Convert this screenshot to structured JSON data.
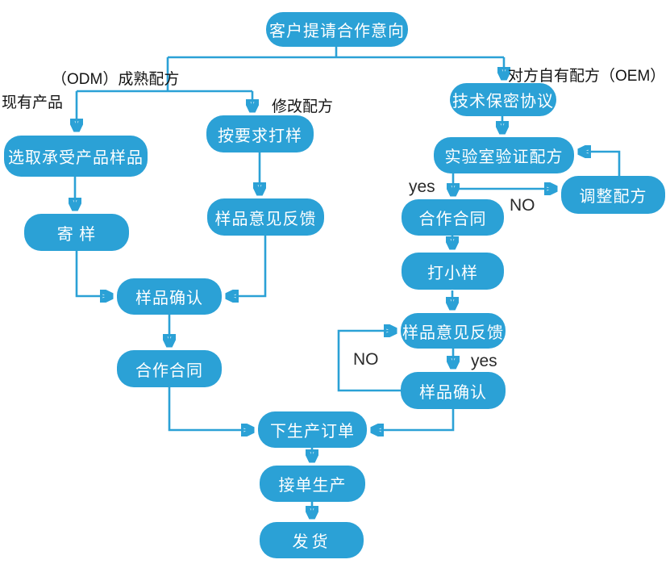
{
  "colors": {
    "node_fill": "#2ba1d6",
    "node_text": "#ffffff",
    "line": "#2ba1d6",
    "label_text": "#141414",
    "background": "#ffffff"
  },
  "nodes": {
    "start": {
      "label": "客户提请合作意向"
    },
    "select_sample": {
      "label": "选取承受产品样品"
    },
    "send_sample": {
      "label": "寄 样"
    },
    "sample_by_request": {
      "label": "按要求打样"
    },
    "feedback_mid": {
      "label": "样品意见反馈"
    },
    "confirm_left": {
      "label": "样品确认"
    },
    "contract_left": {
      "label": "合作合同"
    },
    "nda": {
      "label": "技术保密协议"
    },
    "lab_verify": {
      "label": "实验室验证配方"
    },
    "adjust": {
      "label": "调整配方"
    },
    "contract_right": {
      "label": "合作合同"
    },
    "small_sample": {
      "label": "打小样"
    },
    "feedback_right": {
      "label": "样品意见反馈"
    },
    "confirm_right": {
      "label": "样品确认"
    },
    "place_order": {
      "label": "下生产订单"
    },
    "produce": {
      "label": "接单生产"
    },
    "ship": {
      "label": "发货"
    }
  },
  "edge_labels": {
    "odm": "（ODM）成熟配方",
    "existing_product": "现有产品",
    "modify_formula": "修改配方",
    "oem": "对方自有配方（OEM）",
    "yes_lab": "yes",
    "no_lab": "NO",
    "no_loop": "NO",
    "yes_loop": "yes"
  }
}
